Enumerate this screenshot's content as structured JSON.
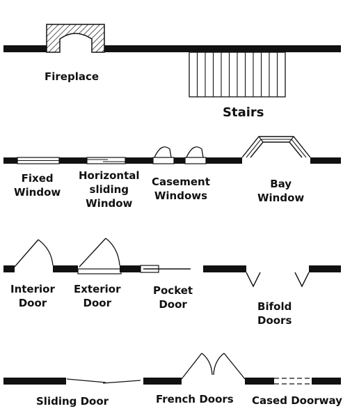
{
  "title": "",
  "colors": {
    "ink": "#111111",
    "paper": "#ffffff"
  },
  "labels": {
    "fireplace": "Fireplace",
    "stairs": "Stairs",
    "fixed_window": [
      "Fixed",
      "Window"
    ],
    "horizontal_sliding_window": [
      "Horizontal",
      "sliding",
      "Window"
    ],
    "casement_windows": [
      "Casement",
      "Windows"
    ],
    "bay_window": [
      "Bay",
      "Window"
    ],
    "interior_door": [
      "Interior",
      "Door"
    ],
    "exterior_door": [
      "Exterior",
      "Door"
    ],
    "pocket_door": [
      "Pocket",
      "Door"
    ],
    "bifold_doors": [
      "Bifold",
      "Doors"
    ],
    "sliding_door": "Sliding Door",
    "french_doors": "French Doors",
    "cased_doorway": "Cased Doorway"
  },
  "symbols": [
    "fireplace",
    "stairs",
    "fixed-window",
    "horizontal-sliding-window",
    "casement-windows",
    "bay-window",
    "interior-door",
    "exterior-door",
    "pocket-door",
    "bifold-doors",
    "sliding-door",
    "french-doors",
    "cased-doorway"
  ],
  "stairs_tread_count": 12
}
